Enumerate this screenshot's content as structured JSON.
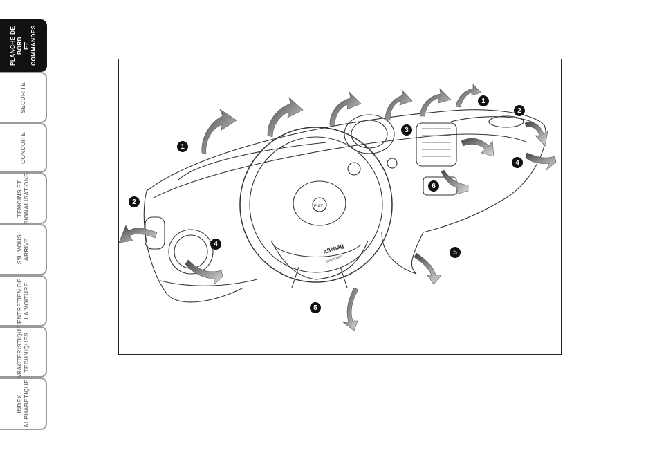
{
  "sidebar": {
    "tabs": [
      {
        "label": "PLANCHE DE BORD\nET COMMANDES",
        "active": true
      },
      {
        "label": "SECURITE",
        "active": false
      },
      {
        "label": "CONDUITE",
        "active": false
      },
      {
        "label": "TEMOINS ET\nSIGNALISATIONS",
        "active": false
      },
      {
        "label": "S'IL VOUS\nARRIVE",
        "active": false
      },
      {
        "label": "ENTRETIEN DE\nLA VOITURE",
        "active": false
      },
      {
        "label": "CARACTERISTIQUES\nTECHNIQUES",
        "active": false
      },
      {
        "label": "INDEX\nALPHABETIQUE",
        "active": false
      }
    ]
  },
  "figure": {
    "callouts": [
      "1",
      "1",
      "2",
      "2",
      "3",
      "4",
      "4",
      "5",
      "5",
      "6"
    ],
    "airbag_text": "AIRbag",
    "airbag_subtext": "SMARTBAG",
    "logo_text": "FIAT"
  }
}
